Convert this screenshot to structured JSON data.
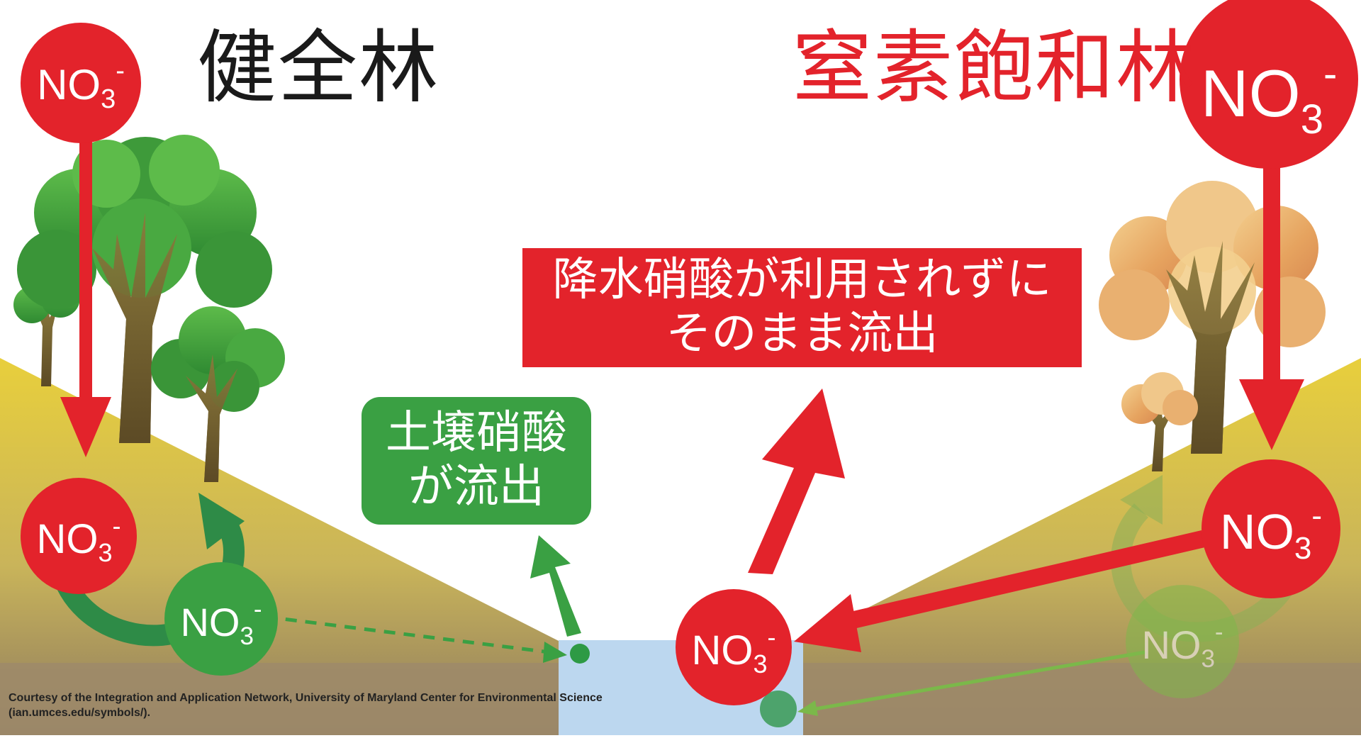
{
  "titles": {
    "healthy_forest": "健全林",
    "nitrogen_saturated_forest": "窒素飽和林"
  },
  "labels": {
    "nitrate_formula": "NO",
    "nitrate_subscript": "3",
    "nitrate_charge": "-"
  },
  "boxes": {
    "red_line1": "降水硝酸が利用されずに",
    "red_line2": "そのまま流出",
    "green_line1": "土壌硝酸",
    "green_line2": "が流出"
  },
  "credit": {
    "line1": "Courtesy of the Integration and Application Network, University of Maryland Center for Environmental Science",
    "line2": " (ian.umces.edu/symbols/)."
  },
  "colors": {
    "red": "#e3232b",
    "green": "#3aa043",
    "dark_green": "#2e8b47",
    "slope_yellow": "#e8cf3c",
    "water_blue": "#bcd7ef",
    "ground_brown": "#9e8a6a"
  }
}
